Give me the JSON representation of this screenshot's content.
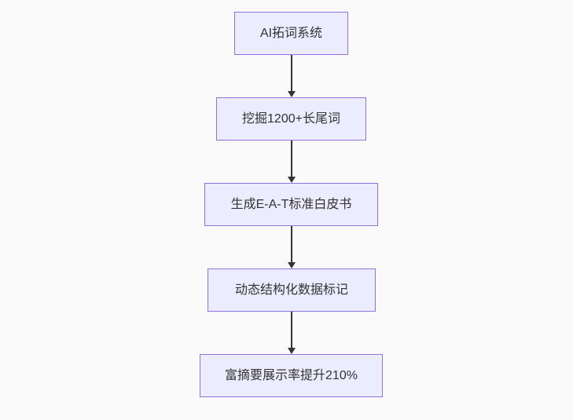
{
  "flowchart": {
    "direction": "top-down",
    "nodes": [
      {
        "label": "AI拓词系统"
      },
      {
        "label": "挖掘1200+长尾词"
      },
      {
        "label": "生成E-A-T标准白皮书"
      },
      {
        "label": "动态结构化数据标记"
      },
      {
        "label": "富摘要展示率提升210%"
      }
    ],
    "edges": [
      {
        "from": 0,
        "to": 1
      },
      {
        "from": 1,
        "to": 2
      },
      {
        "from": 2,
        "to": 3
      },
      {
        "from": 3,
        "to": 4
      }
    ],
    "colors": {
      "node_fill": "#ECECFF",
      "node_border": "#9370DB",
      "edge": "#333333",
      "text": "#333333",
      "background": "#fafafa"
    }
  }
}
